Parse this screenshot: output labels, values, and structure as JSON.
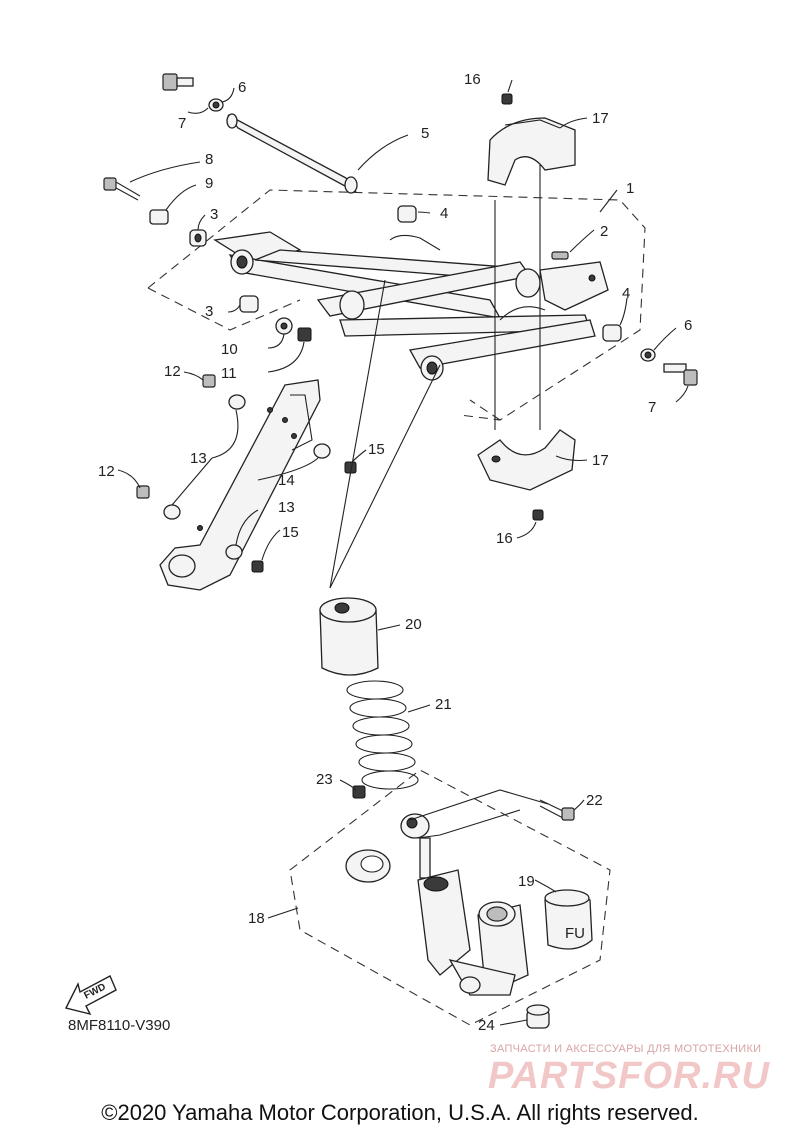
{
  "diagram": {
    "code": "8MF8110-V390",
    "fwd_label": "FWD",
    "callouts": {
      "c1": "1",
      "c2": "2",
      "c3a": "3",
      "c3b": "3",
      "c4a": "4",
      "c4b": "4",
      "c5": "5",
      "c6a": "6",
      "c6b": "6",
      "c7a": "7",
      "c7b": "7",
      "c8": "8",
      "c9": "9",
      "c10": "10",
      "c11": "11",
      "c12a": "12",
      "c12b": "12",
      "c13a": "13",
      "c13b": "13",
      "c14": "14",
      "c15a": "15",
      "c15b": "15",
      "c16a": "16",
      "c16b": "16",
      "c17a": "17",
      "c17b": "17",
      "c18": "18",
      "c19": "19",
      "c20": "20",
      "c21": "21",
      "c22": "22",
      "c23": "23",
      "c24": "24"
    }
  },
  "watermark": {
    "subtitle": "ЗАПЧАСТИ И АКСЕССУАРЫ ДЛЯ МОТОТЕХНИКИ",
    "logo": "PARTSFOR.RU"
  },
  "footer": {
    "copyright": "©2020 Yamaha Motor Corporation, U.S.A. All rights reserved."
  }
}
